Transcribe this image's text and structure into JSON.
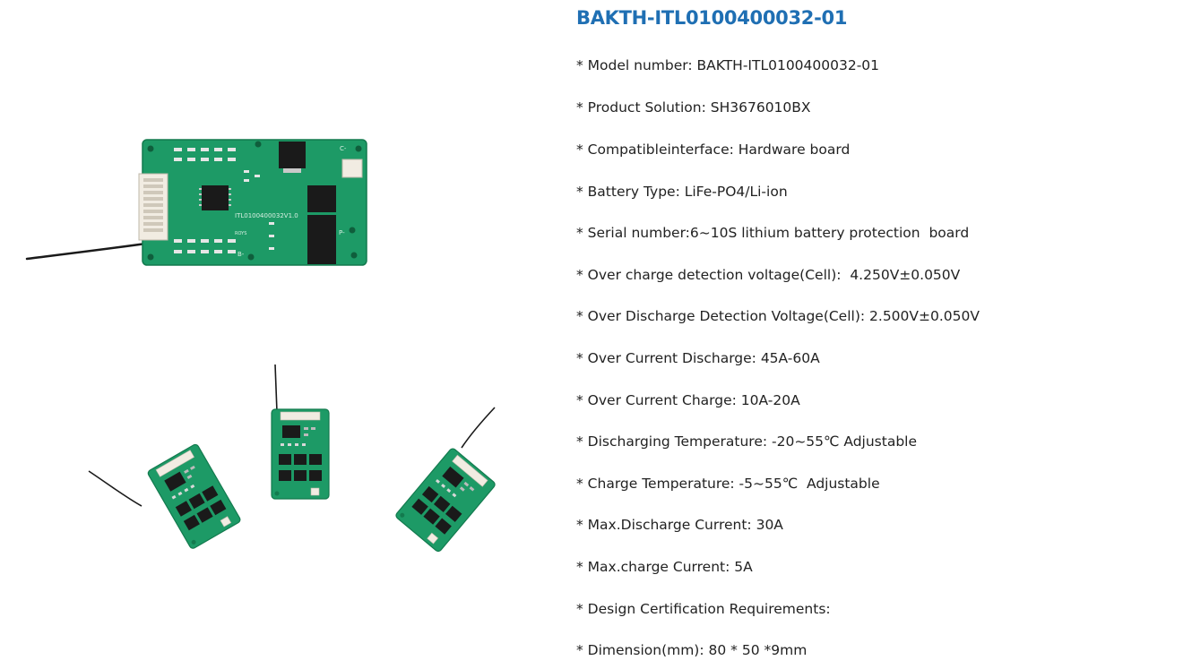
{
  "product": {
    "title": "BAKTH-ITL0100400032-01",
    "board_silk": "ITL0100400032V1.0",
    "board_logo": "ROYS",
    "pads": {
      "c_minus": "C-",
      "b_minus": "B-",
      "p_minus": "P-"
    }
  },
  "specs": [
    "* Model number: BAKTH-ITL0100400032-01",
    "* Product Solution: SH3676010BX",
    "* Compatibleinterface: Hardware board",
    "* Battery Type: LiFe-PO4/Li-ion",
    "* Serial number:6~10S lithium battery protection  board",
    "* Over charge detection voltage(Cell):  4.250V±0.050V",
    "* Over Discharge Detection Voltage(Cell): 2.500V±0.050V",
    "* Over Current Discharge: 45A-60A",
    "* Over Current Charge: 10A-20A",
    "* Discharging Temperature: -20~55℃ Adjustable",
    "* Charge Temperature: -5~55℃  Adjustable",
    "* Max.Discharge Current: 30A",
    "* Max.charge Current: 5A",
    "* Design Certification Requirements:",
    "* Dimension(mm): 80 * 50 *9mm"
  ],
  "colors": {
    "title": "#1f6fb3",
    "text": "#222222",
    "pcb": "#1d9a66",
    "pcb_dark": "#137a4e",
    "component": "#1a1a1a",
    "connector": "#f1ece2"
  }
}
